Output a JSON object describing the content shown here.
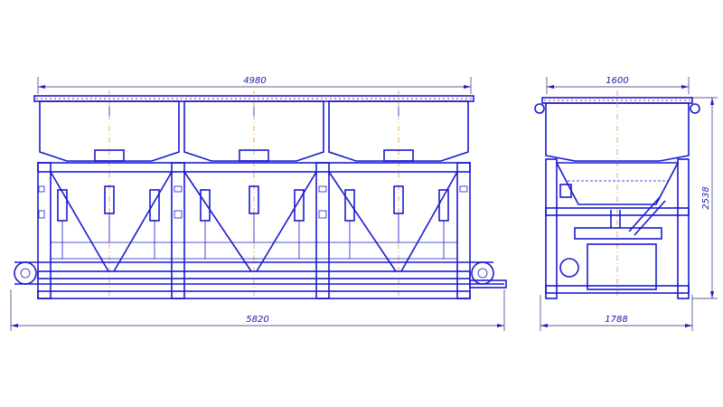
{
  "drawing": {
    "front_view": {
      "dim_top": "4980",
      "dim_bottom": "5820"
    },
    "side_view": {
      "dim_top": "1600",
      "dim_bottom": "1788",
      "dim_height": "2538"
    },
    "colors": {
      "line": "#1a1ad0",
      "dimension": "#2a2a6a",
      "axis": "#d08a3a",
      "accent": "#e02020"
    }
  }
}
